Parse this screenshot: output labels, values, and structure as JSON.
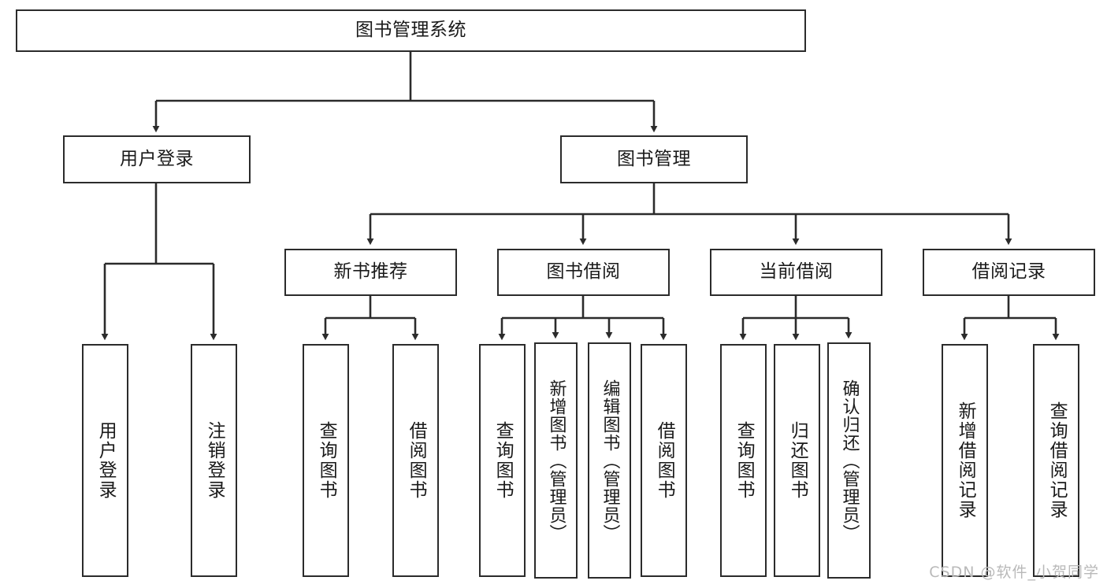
{
  "diagram": {
    "title": "图书管理系统",
    "type": "tree",
    "watermark": "CSDN @软件_小贺同学",
    "colors": {
      "box_border": "#2b2b2b",
      "box_fill": "#ffffff",
      "edge": "#2b2b2b",
      "text": "#1a1a1a",
      "watermark": "#b9b9b9"
    },
    "root": {
      "id": "root",
      "label": "图书管理系统"
    },
    "level2": [
      {
        "id": "user-login",
        "label": "用户登录"
      },
      {
        "id": "book-manage",
        "label": "图书管理"
      }
    ],
    "level3": [
      {
        "id": "new-book-recommend",
        "label": "新书推荐"
      },
      {
        "id": "book-borrow",
        "label": "图书借阅"
      },
      {
        "id": "current-borrow",
        "label": "当前借阅"
      },
      {
        "id": "borrow-record",
        "label": "借阅记录"
      }
    ],
    "leaves": {
      "user_login": [
        {
          "id": "leaf-user-login",
          "label": "用户登录"
        },
        {
          "id": "leaf-logout-login",
          "label": "注销登录"
        }
      ],
      "new_book_recommend": [
        {
          "id": "leaf-query-book-1",
          "label": "查询图书"
        },
        {
          "id": "leaf-borrow-book-1",
          "label": "借阅图书"
        }
      ],
      "book_borrow": [
        {
          "id": "leaf-query-book-2",
          "label": "查询图书"
        },
        {
          "id": "leaf-add-book",
          "label": "新增图书（管理员）"
        },
        {
          "id": "leaf-edit-book",
          "label": "编辑图书（管理员）"
        },
        {
          "id": "leaf-borrow-book-2",
          "label": "借阅图书"
        }
      ],
      "current_borrow": [
        {
          "id": "leaf-query-book-3",
          "label": "查询图书"
        },
        {
          "id": "leaf-return-book",
          "label": "归还图书"
        },
        {
          "id": "leaf-confirm-return",
          "label": "确认归还（管理员）"
        }
      ],
      "borrow_record": [
        {
          "id": "leaf-add-record",
          "label": "新增借阅记录"
        },
        {
          "id": "leaf-query-record",
          "label": "查询借阅记录"
        }
      ]
    }
  }
}
